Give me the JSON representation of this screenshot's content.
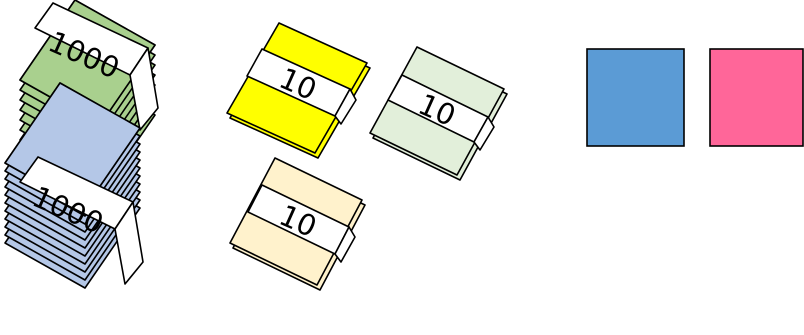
{
  "bundles": [
    {
      "id": "green-1000",
      "label": "1000",
      "color": "#a9d08e",
      "kind": "stack"
    },
    {
      "id": "blue-1000",
      "label": "1000",
      "color": "#b4c7e7",
      "kind": "stack"
    },
    {
      "id": "yellow-10",
      "label": "10",
      "color": "#ffff00",
      "kind": "single"
    },
    {
      "id": "lightgreen-10",
      "label": "10",
      "color": "#e2efda",
      "kind": "single"
    },
    {
      "id": "peach-10",
      "label": "10",
      "color": "#fff2cc",
      "kind": "single"
    }
  ],
  "squares": [
    {
      "id": "blue-square",
      "color": "#5b9bd5"
    },
    {
      "id": "pink-square",
      "color": "#ff6699"
    }
  ]
}
